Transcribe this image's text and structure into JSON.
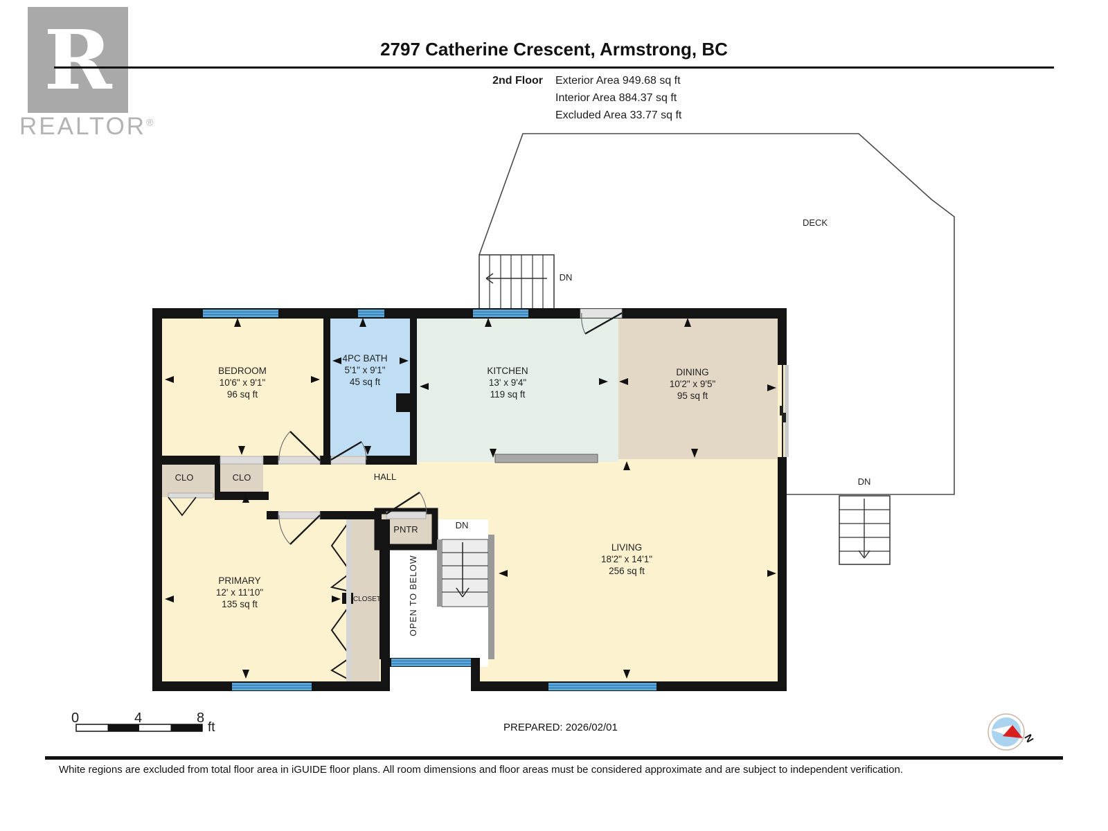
{
  "header": {
    "logo_letter": "R",
    "logo_word": "REALTOR",
    "logo_reg": "®",
    "title": "2797 Catherine Crescent, Armstrong, BC",
    "floor_label": "2nd Floor",
    "exterior_area": "Exterior Area 949.68 sq ft",
    "interior_area": "Interior Area 884.37 sq ft",
    "excluded_area": "Excluded Area 33.77 sq ft"
  },
  "rooms": {
    "bedroom": {
      "name": "BEDROOM",
      "dims": "10'6\" x 9'1\"",
      "area": "96 sq ft"
    },
    "bath": {
      "name": "4PC BATH",
      "dims": "5'1\" x 9'1\"",
      "area": "45 sq ft"
    },
    "kitchen": {
      "name": "KITCHEN",
      "dims": "13' x 9'4\"",
      "area": "119 sq ft"
    },
    "dining": {
      "name": "DINING",
      "dims": "10'2\" x 9'5\"",
      "area": "95 sq ft"
    },
    "living": {
      "name": "LIVING",
      "dims": "18'2\" x 14'1\"",
      "area": "256 sq ft"
    },
    "primary": {
      "name": "PRIMARY",
      "dims": "12' x 11'10\"",
      "area": "135 sq ft"
    },
    "deck": {
      "name": "DECK"
    },
    "hall": {
      "name": "HALL"
    },
    "clo1": {
      "name": "CLO"
    },
    "clo2": {
      "name": "CLO"
    },
    "pantry": {
      "name": "PNTR"
    },
    "closet": {
      "name": "CLOSET"
    },
    "open_below": {
      "name": "OPEN TO BELOW"
    }
  },
  "stairs": {
    "dn_top": "DN",
    "dn_interior": "DN",
    "dn_deck": "DN"
  },
  "scale_bar": {
    "tick0": "0",
    "tick4": "4",
    "tick8": "8",
    "unit": "ft"
  },
  "prepared": "PREPARED: 2026/02/01",
  "compass": {
    "north": "N"
  },
  "footer": "White regions are excluded from total floor area in iGUIDE floor plans. All room dimensions and floor areas must be considered approximate and are subject to independent verification.",
  "colors": {
    "wall": "#141414",
    "room_cream": "#fdf2d0",
    "bath_blue": "#bfdef4",
    "kitchen_mint": "#e5efe7",
    "dining_tan": "#e3d7c6",
    "closet_tan": "#ddd4c4",
    "window_blue": "#5ea8da",
    "compass_blue": "#a9d3ee",
    "compass_red": "#d91f1f"
  }
}
